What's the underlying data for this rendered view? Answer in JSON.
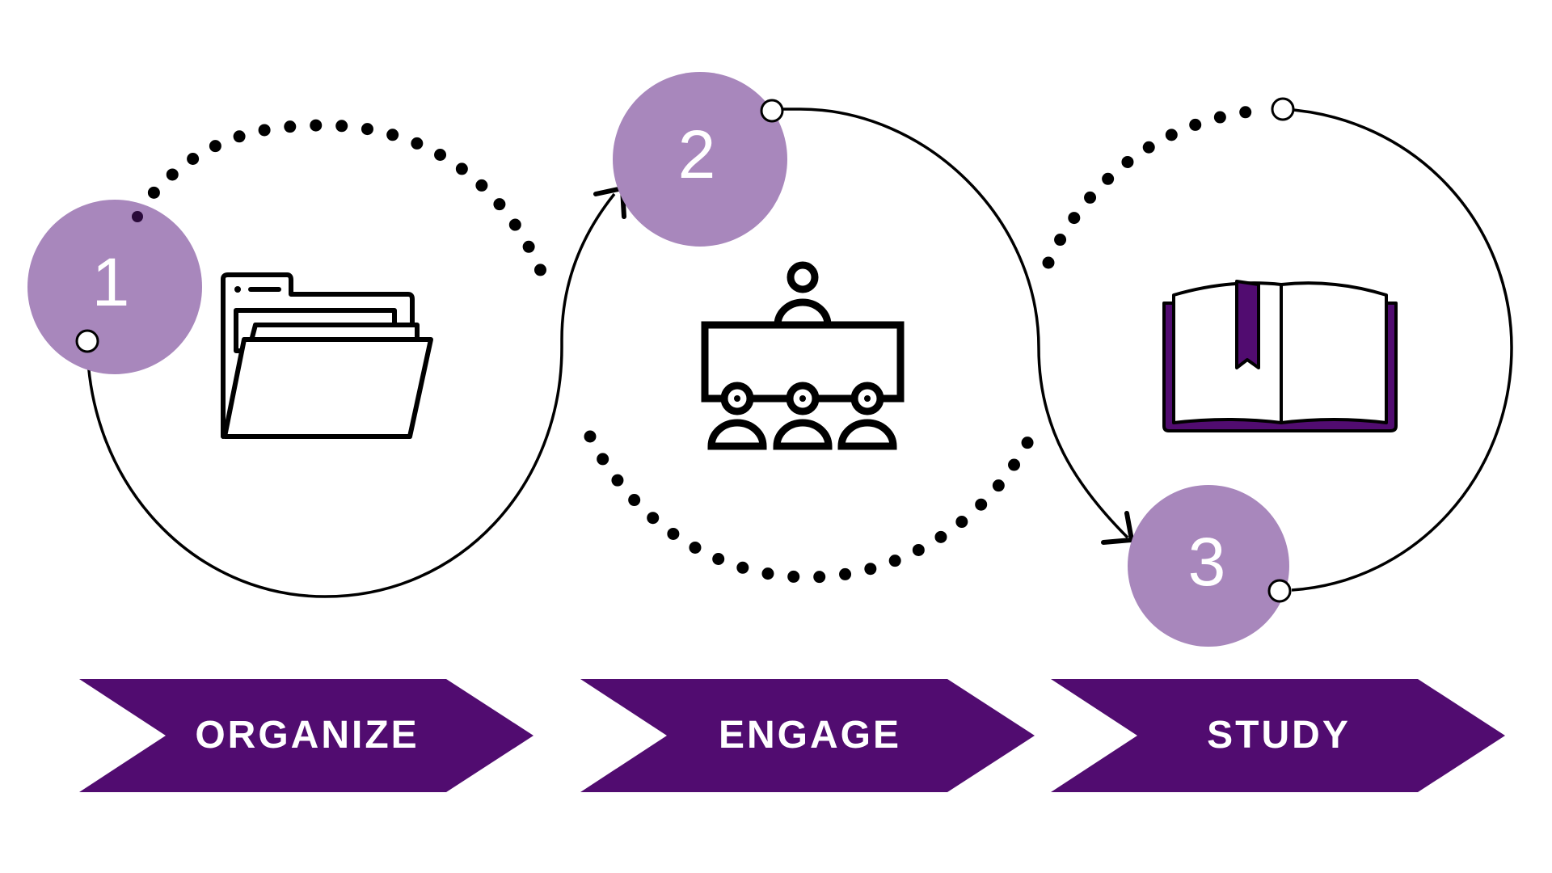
{
  "colors": {
    "background": "#ffffff",
    "step_circle": "#a887bc",
    "banner": "#510c70",
    "line": "#000000",
    "label_text": "#ffffff",
    "book_accent": "#510c70"
  },
  "steps": [
    {
      "number": "1",
      "label": "ORGANIZE",
      "icon": "folder-icon"
    },
    {
      "number": "2",
      "label": "ENGAGE",
      "icon": "classroom-icon"
    },
    {
      "number": "3",
      "label": "STUDY",
      "icon": "book-icon"
    }
  ]
}
